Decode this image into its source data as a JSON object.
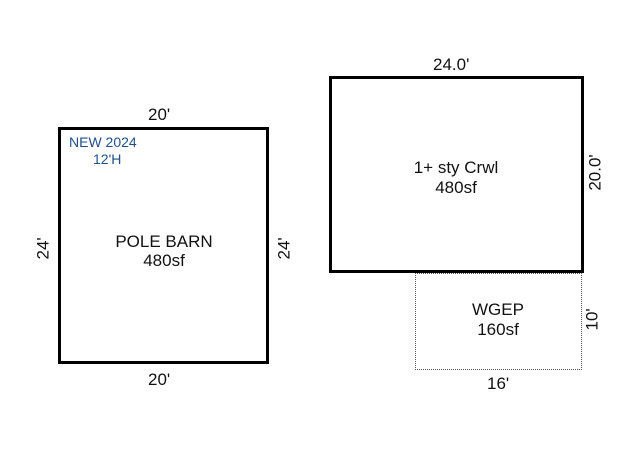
{
  "pole_barn": {
    "top_dim": "20'",
    "bottom_dim": "20'",
    "left_dim": "24'",
    "right_dim": "24'",
    "note_line1": "NEW 2024",
    "note_line2": "12'H",
    "label": "POLE BARN",
    "area": "480sf"
  },
  "house": {
    "top_dim": "24.0'",
    "right_dim": "20.0'",
    "label": "1+ sty Crwl",
    "area": "480sf"
  },
  "porch": {
    "right_dim": "10'",
    "bottom_dim": "16'",
    "label": "WGEP",
    "area": "160sf"
  },
  "colors": {
    "outline": "#000000",
    "dotted_outline": "#555555",
    "note_text": "#1f4e8c"
  }
}
